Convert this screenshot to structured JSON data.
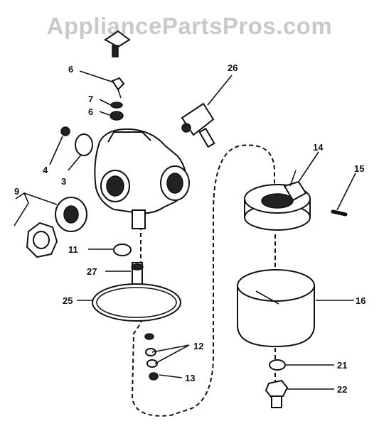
{
  "watermark": "AppliancePartsPros.com",
  "callouts": {
    "c6a": "6",
    "c26": "26",
    "c7": "7",
    "c6b": "6",
    "c4": "4",
    "c3": "3",
    "c9": "9",
    "c14": "14",
    "c15": "15",
    "c11": "11",
    "c27": "27",
    "c25": "25",
    "c16": "16",
    "c12": "12",
    "c13": "13",
    "c21": "21",
    "c22": "22"
  }
}
